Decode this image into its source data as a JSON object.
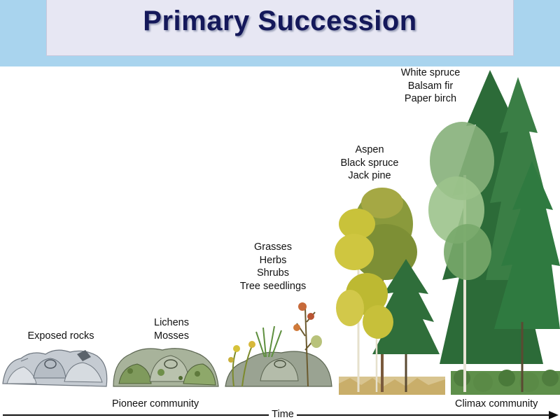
{
  "title": "Primary Succession",
  "stages": [
    {
      "id": "rocks",
      "lines": [
        "Exposed rocks"
      ]
    },
    {
      "id": "lichens",
      "lines": [
        "Lichens",
        "Mosses"
      ]
    },
    {
      "id": "grasses",
      "lines": [
        "Grasses",
        "Herbs",
        "Shrubs",
        "Tree seedlings"
      ]
    },
    {
      "id": "aspen",
      "lines": [
        "Aspen",
        "Black spruce",
        "Jack pine"
      ]
    },
    {
      "id": "spruce",
      "lines": [
        "White spruce",
        "Balsam fir",
        "Paper birch"
      ]
    }
  ],
  "pioneer_label": "Pioneer community",
  "climax_label": "Climax community",
  "time_label": "Time",
  "colors": {
    "title_text": "#14185a",
    "header_band": "#a9d4ee",
    "title_box": "#e7e7f3",
    "rock": "#c9ced4",
    "moss": "#6f8f4a",
    "conifer": "#2f6e3a",
    "aspen_yellow": "#c9c23a"
  }
}
